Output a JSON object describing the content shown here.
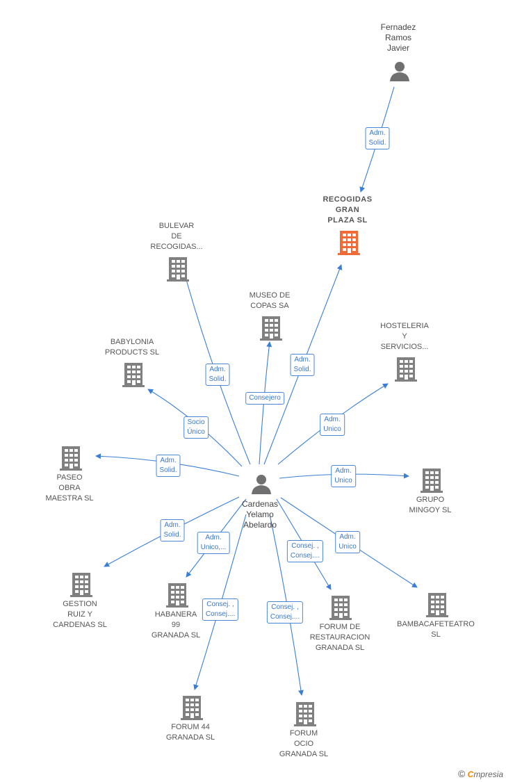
{
  "center": {
    "name": "Cardenas\nYelamo\nAbelardo"
  },
  "person_top": {
    "name": "Fernadez\nRamos\nJavier"
  },
  "main_company": {
    "name": "RECOGIDAS\nGRAN\nPLAZA  SL",
    "color": "#f26a38"
  },
  "companies": {
    "bulevar": "BULEVAR\nDE\nRECOGIDAS...",
    "museo": "MUSEO DE\nCOPAS SA",
    "hosteleria": "HOSTELERIA\nY\nSERVICIOS...",
    "babylonia": "BABYLONIA\nPRODUCTS  SL",
    "paseo": "PASEO\nOBRA\nMAESTRA  SL",
    "mingoy": "GRUPO\nMINGOY SL",
    "gestion": "GESTION\nRUIZ Y\nCARDENAS  SL",
    "habanera": "HABANERA\n99\nGRANADA  SL",
    "restauracion": "FORUM DE\nRESTAURACION\nGRANADA SL",
    "bambacafe": "BAMBACAFETEATRO\nSL",
    "forum44": "FORUM 44\nGRANADA SL",
    "forumocio": "FORUM\nOCIO\nGRANADA SL"
  },
  "edges": {
    "top_to_main": "Adm.\nSolid.",
    "bulevar": "Adm.\nSolid.",
    "museo": "Consejero",
    "main": "Adm.\nSolid.",
    "hosteleria": "Adm.\nUnico",
    "babylonia": "Socio\nÚnico",
    "paseo": "Adm.\nSolid.",
    "mingoy": "Adm.\nUnico",
    "gestion": "Adm.\nSolid.",
    "habanera": "Adm.\nUnico,...",
    "restauracion": "Consej. ,\nConsej....",
    "bambacafe": "Adm.\nUnico",
    "forum44": "Consej. ,\nConsej....",
    "forumocio": "Consej. ,\nConsej...."
  },
  "colors": {
    "edge": "#3a7fd5",
    "building": "#808080",
    "person": "#707070"
  },
  "icons": {
    "building": "building-icon",
    "person": "person-icon"
  },
  "footer": {
    "copyright": "©",
    "brand_first": "C",
    "brand_rest": "mpresia"
  }
}
